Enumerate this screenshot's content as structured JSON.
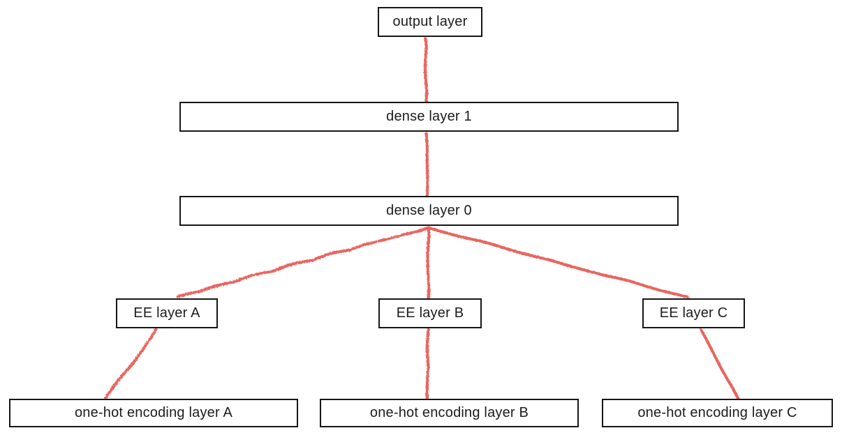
{
  "diagram": {
    "type": "neural-network-architecture",
    "nodes": {
      "output": {
        "id": "output-layer",
        "label": "output layer"
      },
      "dense1": {
        "id": "dense-layer-1",
        "label": "dense layer 1"
      },
      "dense0": {
        "id": "dense-layer-0",
        "label": "dense layer 0"
      },
      "ee_a": {
        "id": "ee-layer-a",
        "label": "EE layer A"
      },
      "ee_b": {
        "id": "ee-layer-b",
        "label": "EE layer B"
      },
      "ee_c": {
        "id": "ee-layer-c",
        "label": "EE layer C"
      },
      "onehot_a": {
        "id": "one-hot-a",
        "label": "one-hot encoding layer A"
      },
      "onehot_b": {
        "id": "one-hot-b",
        "label": "one-hot encoding layer B"
      },
      "onehot_c": {
        "id": "one-hot-c",
        "label": "one-hot encoding layer C"
      }
    },
    "edges": [
      {
        "id": "output-dense1",
        "from": "output-layer",
        "to": "dense-layer-1"
      },
      {
        "id": "dense1-dense0",
        "from": "dense-layer-1",
        "to": "dense-layer-0"
      },
      {
        "id": "dense0-eeA",
        "from": "dense-layer-0",
        "to": "ee-layer-a"
      },
      {
        "id": "dense0-eeB",
        "from": "dense-layer-0",
        "to": "ee-layer-b"
      },
      {
        "id": "dense0-eeC",
        "from": "dense-layer-0",
        "to": "ee-layer-c"
      },
      {
        "id": "eeA-ohA",
        "from": "ee-layer-a",
        "to": "one-hot-a"
      },
      {
        "id": "eeB-ohB",
        "from": "ee-layer-b",
        "to": "one-hot-b"
      },
      {
        "id": "eeC-ohC",
        "from": "ee-layer-c",
        "to": "one-hot-c"
      }
    ],
    "colors": {
      "edge": "#e8655f",
      "node_border": "#161616",
      "node_fill": "#ffffff",
      "text": "#1c1c1c",
      "background": "#ffffff"
    }
  }
}
